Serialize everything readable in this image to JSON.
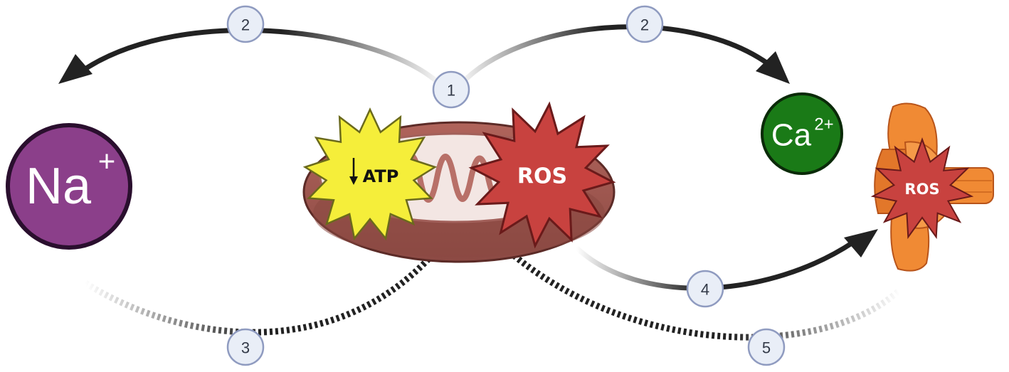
{
  "ions": {
    "sodium": {
      "symbol": "Na",
      "charge": "+",
      "fill": "#8b3f8a",
      "stroke": "#2a0f2e"
    },
    "calcium": {
      "symbol": "Ca",
      "charge": "2+",
      "fill": "#1a7a17",
      "stroke": "#0a2a08"
    }
  },
  "mitochondrion": {
    "atp_label": "ATP",
    "atp_direction": "decrease",
    "ros_label": "ROS",
    "atp_color": "#f5ee3a",
    "ros_color": "#c8423f"
  },
  "channel": {
    "ros_label": "ROS",
    "channel_color": "#f08a34"
  },
  "steps": {
    "s1": "1",
    "s2_left": "2",
    "s2_right": "2",
    "s3": "3",
    "s4": "4",
    "s5": "5"
  },
  "colors": {
    "step_circle_fill": "#e9eef7",
    "step_circle_stroke": "#8f9bc0",
    "arrow": "#222222"
  }
}
